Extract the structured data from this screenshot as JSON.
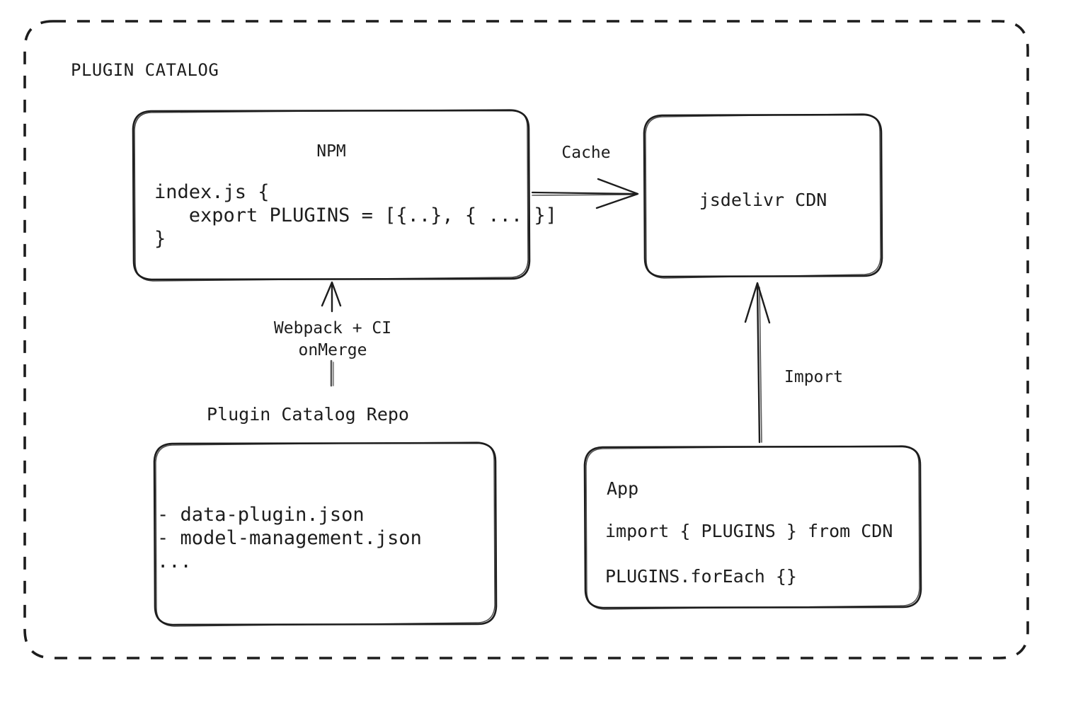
{
  "diagram": {
    "title": "PLUGIN CATALOG",
    "type": "architecture-flow",
    "background_color": "#ffffff",
    "stroke_color": "#1d1d1d",
    "style": "hand-drawn sketch",
    "container": {
      "label": "PLUGIN CATALOG",
      "border_style": "dashed",
      "shape": "rounded-rectangle"
    },
    "nodes": [
      {
        "id": "npm",
        "title": "NPM",
        "code_lines": [
          "index.js {",
          "   export PLUGINS = [{..}, { ... }]",
          "}"
        ]
      },
      {
        "id": "cdn",
        "title": "jsdelivr CDN",
        "code_lines": []
      },
      {
        "id": "repo",
        "caption": "Plugin Catalog Repo",
        "code_lines": [
          "- data-plugin.json",
          "- model-management.json",
          "..."
        ]
      },
      {
        "id": "app",
        "title": "App",
        "code_lines": [
          "import { PLUGINS } from CDN",
          "PLUGINS.forEach {}"
        ]
      }
    ],
    "edges": [
      {
        "id": "npm-to-cdn",
        "from": "npm",
        "to": "cdn",
        "label": "Cache",
        "direction": "right"
      },
      {
        "id": "repo-to-npm",
        "from": "repo",
        "to": "npm",
        "label_line1": "Webpack + CI",
        "label_line2": "onMerge",
        "direction": "up"
      },
      {
        "id": "app-to-cdn",
        "from": "app",
        "to": "cdn",
        "label": "Import",
        "direction": "up"
      }
    ]
  }
}
